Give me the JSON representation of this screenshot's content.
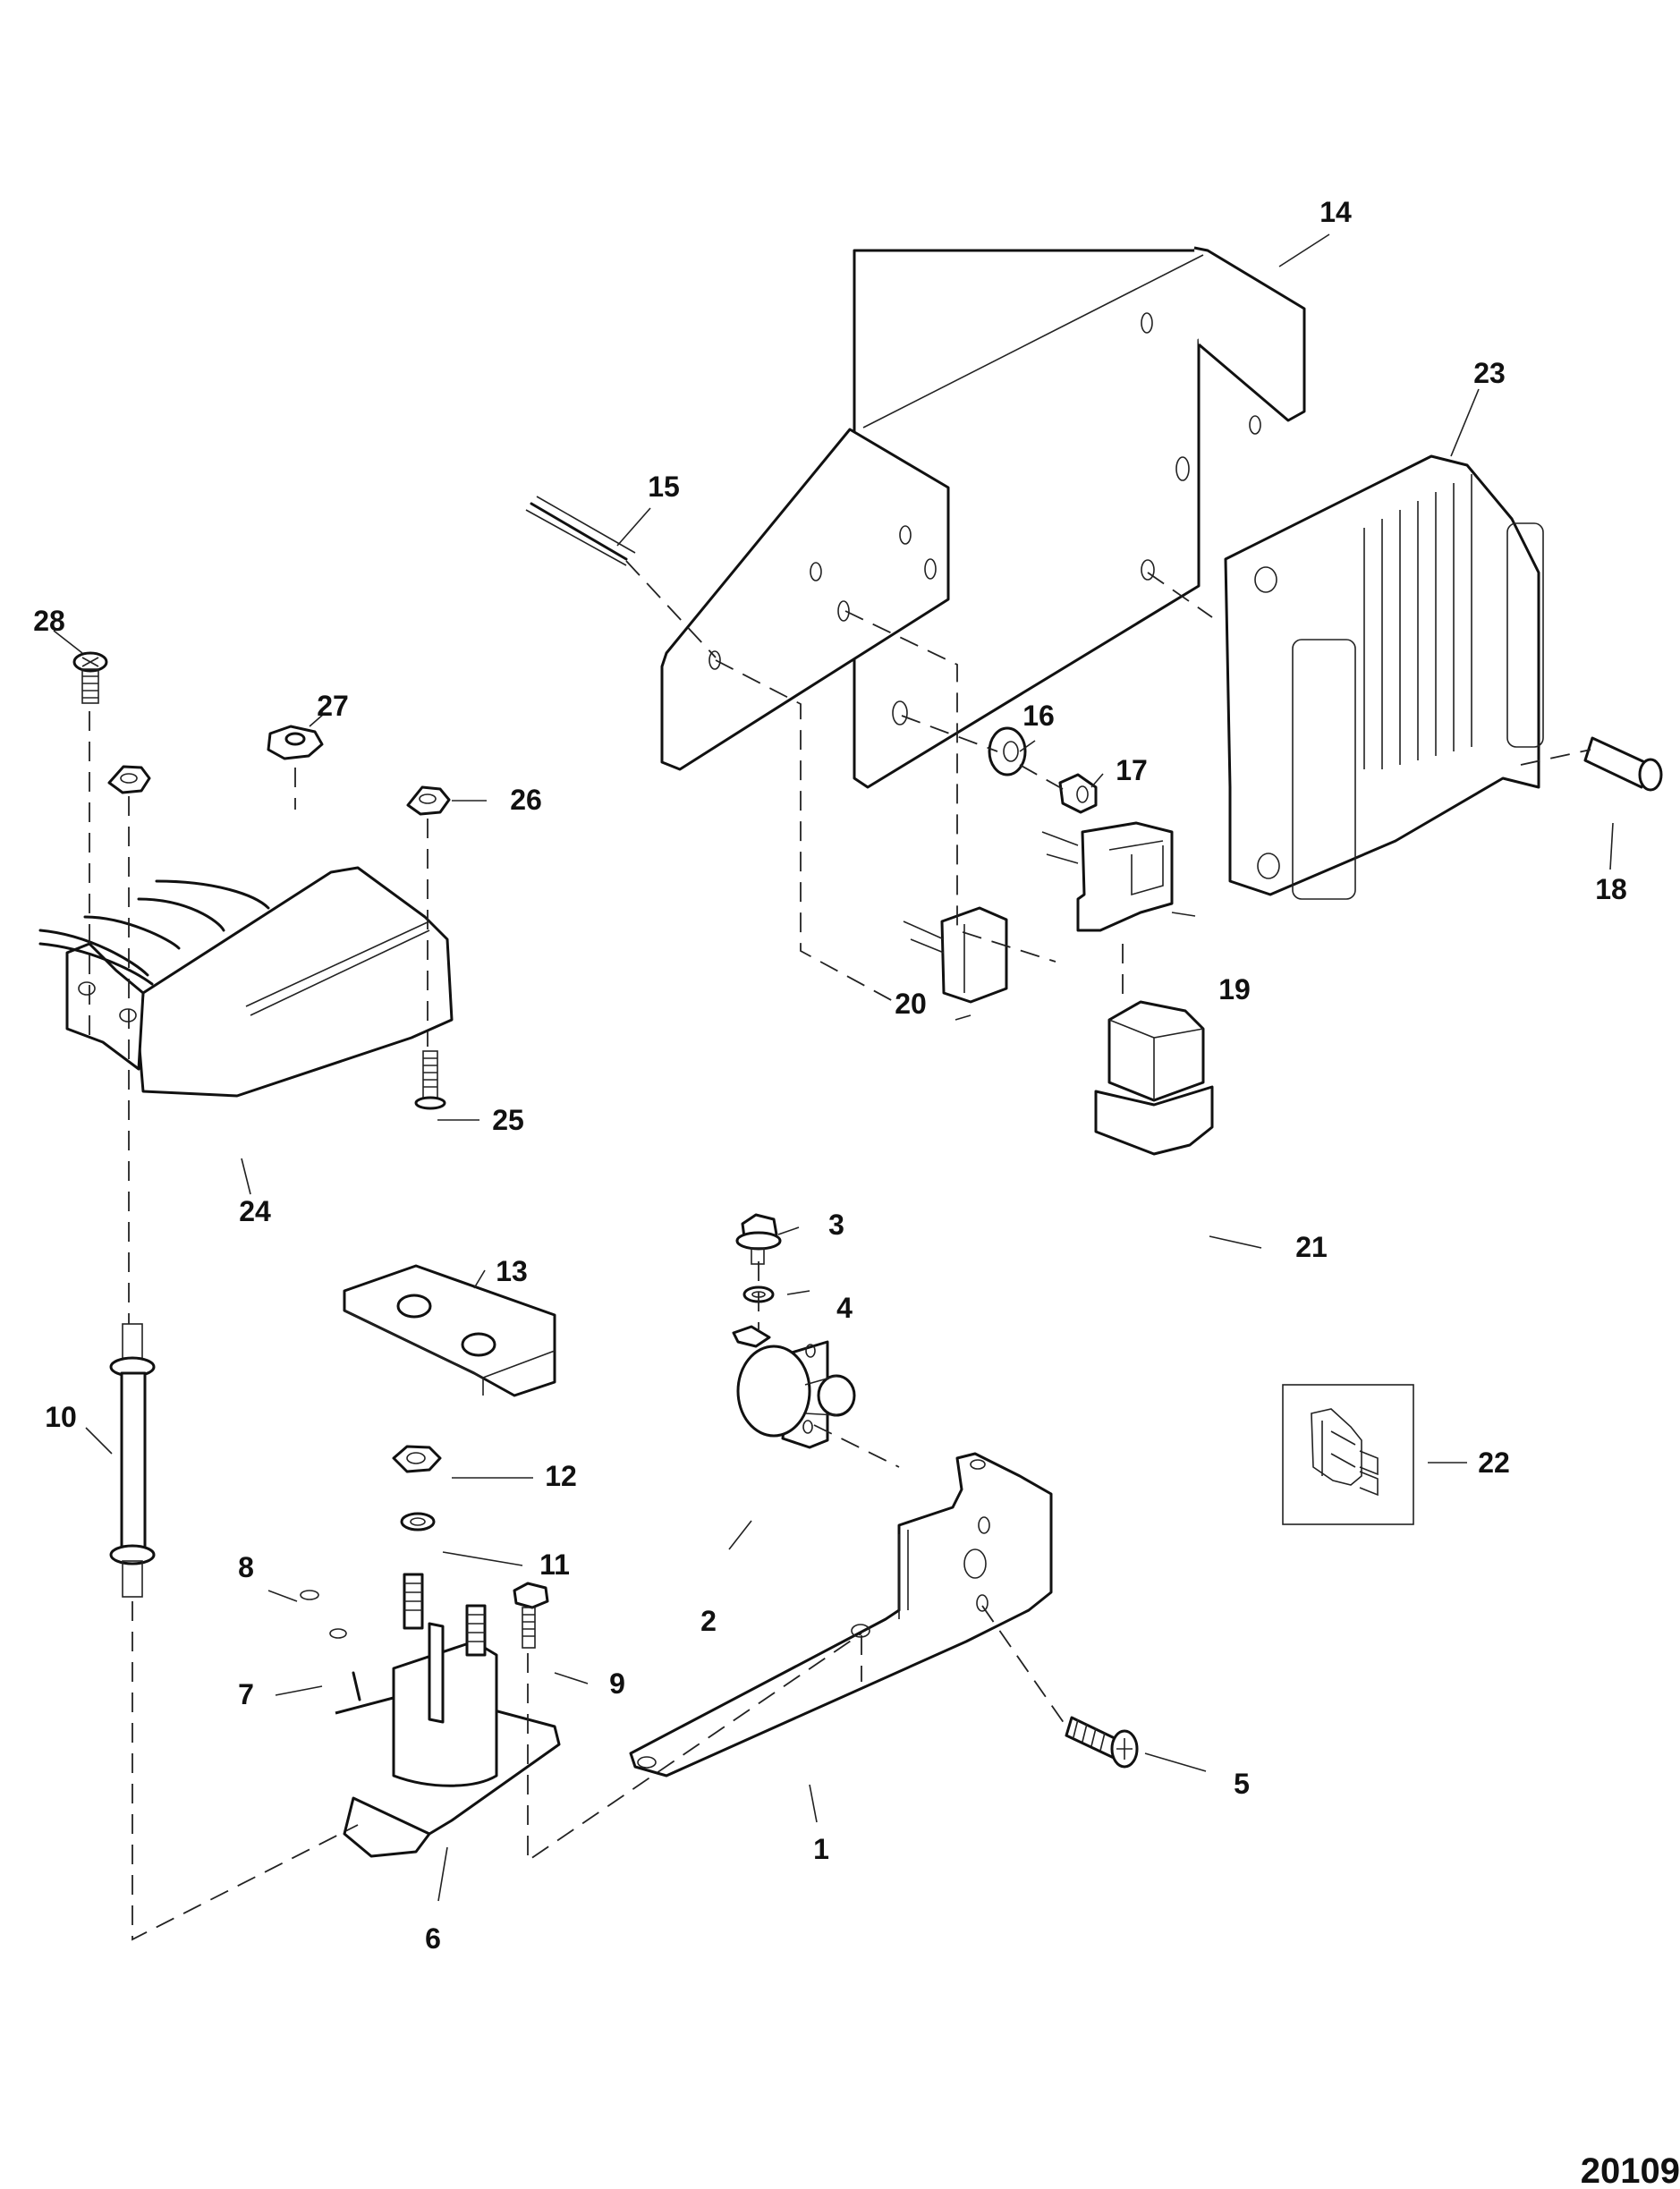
{
  "figure_number": "20109",
  "diagram_type": "exploded parts diagram",
  "callouts": [
    {
      "id": "1",
      "part": "mounting-bracket-l"
    },
    {
      "id": "2",
      "part": "circuit-breaker"
    },
    {
      "id": "3",
      "part": "flange-bolt"
    },
    {
      "id": "4",
      "part": "lock-washer"
    },
    {
      "id": "5",
      "part": "screw"
    },
    {
      "id": "6",
      "part": "starter-solenoid"
    },
    {
      "id": "7",
      "part": "small-nut"
    },
    {
      "id": "8",
      "part": "small-washer"
    },
    {
      "id": "9",
      "part": "bolt"
    },
    {
      "id": "10",
      "part": "stud"
    },
    {
      "id": "11",
      "part": "lock-washer"
    },
    {
      "id": "12",
      "part": "nut"
    },
    {
      "id": "13",
      "part": "terminal-cover"
    },
    {
      "id": "14",
      "part": "ecm-bracket"
    },
    {
      "id": "15",
      "part": "stud"
    },
    {
      "id": "16",
      "part": "washer"
    },
    {
      "id": "17",
      "part": "nut"
    },
    {
      "id": "18",
      "part": "screw"
    },
    {
      "id": "19",
      "part": "relay-connector"
    },
    {
      "id": "20",
      "part": "connector"
    },
    {
      "id": "21",
      "part": "relay"
    },
    {
      "id": "22",
      "part": "fuse"
    },
    {
      "id": "23",
      "part": "ecm-module"
    },
    {
      "id": "24",
      "part": "voltage-regulator"
    },
    {
      "id": "25",
      "part": "screw"
    },
    {
      "id": "26",
      "part": "nut"
    },
    {
      "id": "27",
      "part": "nut"
    },
    {
      "id": "28",
      "part": "screw"
    }
  ]
}
